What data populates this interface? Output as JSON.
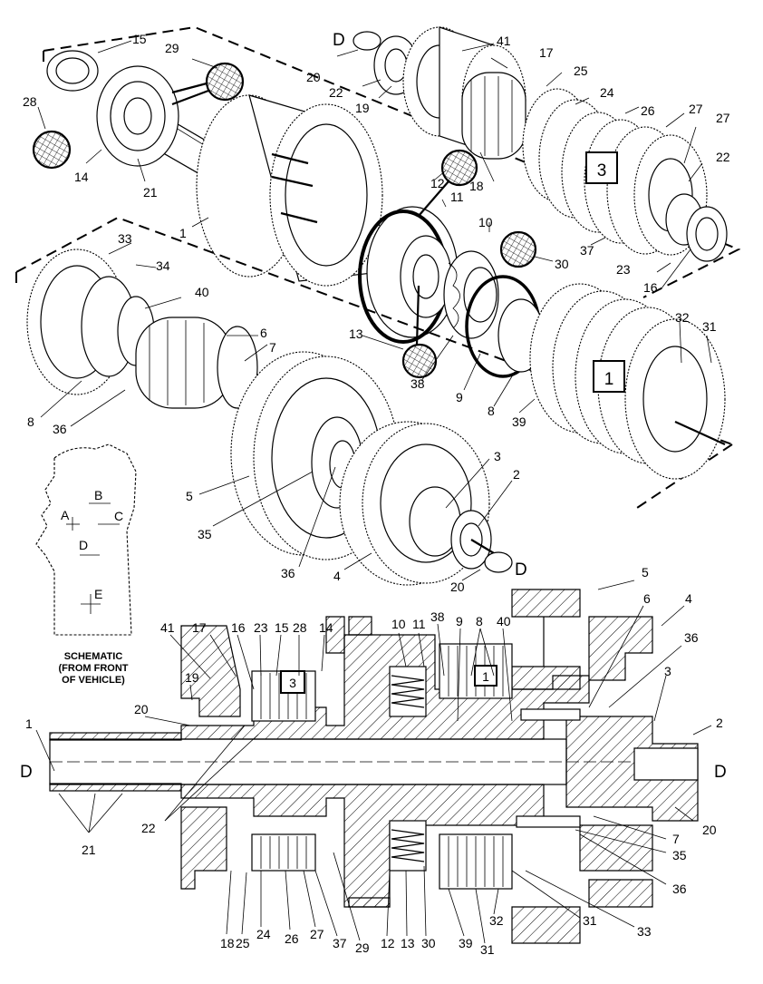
{
  "section_marks": {
    "d_top": "D",
    "d_right": "D",
    "d_left": "D",
    "d_rright": "D"
  },
  "group_boxes": {
    "group_1_top": "1",
    "group_1_bottom": "1",
    "group_3_top": "3",
    "group_3_bottom": "3"
  },
  "schematic": {
    "labels": {
      "a": "A",
      "b": "B",
      "c": "C",
      "d": "D",
      "e": "E"
    },
    "caption_line1": "SCHEMATIC",
    "caption_line2": "(FROM FRONT",
    "caption_line3": "OF VEHICLE)"
  },
  "callouts_exploded": {
    "c15": "15",
    "c29": "29",
    "c28": "28",
    "c14": "14",
    "c21": "21",
    "c1": "1",
    "c20": "20",
    "c22": "22",
    "c19": "19",
    "c41": "41",
    "c17": "17",
    "c25": "25",
    "c24": "24",
    "c26": "26",
    "c27a": "27",
    "c27b": "27",
    "c22b": "22",
    "c12": "12",
    "c18": "18",
    "c11": "11",
    "c10": "10",
    "c30": "30",
    "c37": "37",
    "c23": "23",
    "c16": "16",
    "c33": "33",
    "c34": "34",
    "c40": "40",
    "c6": "6",
    "c7": "7",
    "c8a": "8",
    "c36a": "36",
    "c13": "13",
    "c38": "38",
    "c9": "9",
    "c8b": "8",
    "c39": "39",
    "c32": "32",
    "c31": "31",
    "c5": "5",
    "c35": "35",
    "c3": "3",
    "c2": "2",
    "c36b": "36",
    "c4": "4",
    "c20b": "20"
  },
  "callouts_section": {
    "c41": "41",
    "c17": "17",
    "c16": "16",
    "c23": "23",
    "c15": "15",
    "c28": "28",
    "c14": "14",
    "c10": "10",
    "c11": "11",
    "c38": "38",
    "c9": "9",
    "c8": "8",
    "c40": "40",
    "c5": "5",
    "c6": "6",
    "c4": "4",
    "c36": "36",
    "c3": "3",
    "c2": "2",
    "c19": "19",
    "c20": "20",
    "c1": "1",
    "c21": "21",
    "c22": "22",
    "c7": "7",
    "c35": "35",
    "c36b": "36",
    "c33": "33",
    "c31": "31",
    "c20r": "20",
    "b18": "18",
    "b25": "25",
    "b24": "24",
    "b26": "26",
    "b27": "27",
    "b37": "37",
    "b29": "29",
    "b12": "12",
    "b13": "13",
    "b30": "30",
    "b39": "39",
    "b31": "31",
    "b32": "32"
  }
}
